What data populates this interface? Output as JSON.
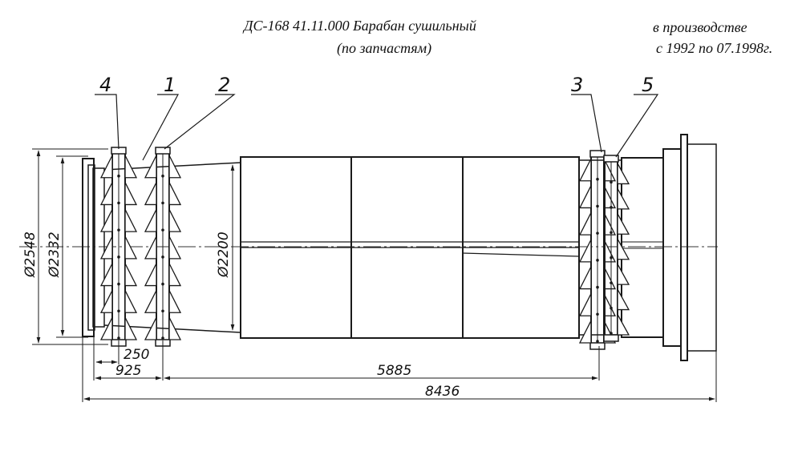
{
  "header": {
    "title_line1": "ДС-168 41.11.000 Барабан сушильный",
    "title_line2": "(по запчастям)",
    "production_line1": "в производстве",
    "production_line2": "с 1992 по 07.1998г."
  },
  "callouts": [
    "4",
    "1",
    "2",
    "3",
    "5"
  ],
  "dimensions": {
    "d_outer": "Ø2548",
    "d_inner": "Ø2332",
    "d_shell": "Ø2200",
    "dim_250": "250",
    "dim_925": "925",
    "dim_5885": "5885",
    "dim_8436": "8436"
  }
}
